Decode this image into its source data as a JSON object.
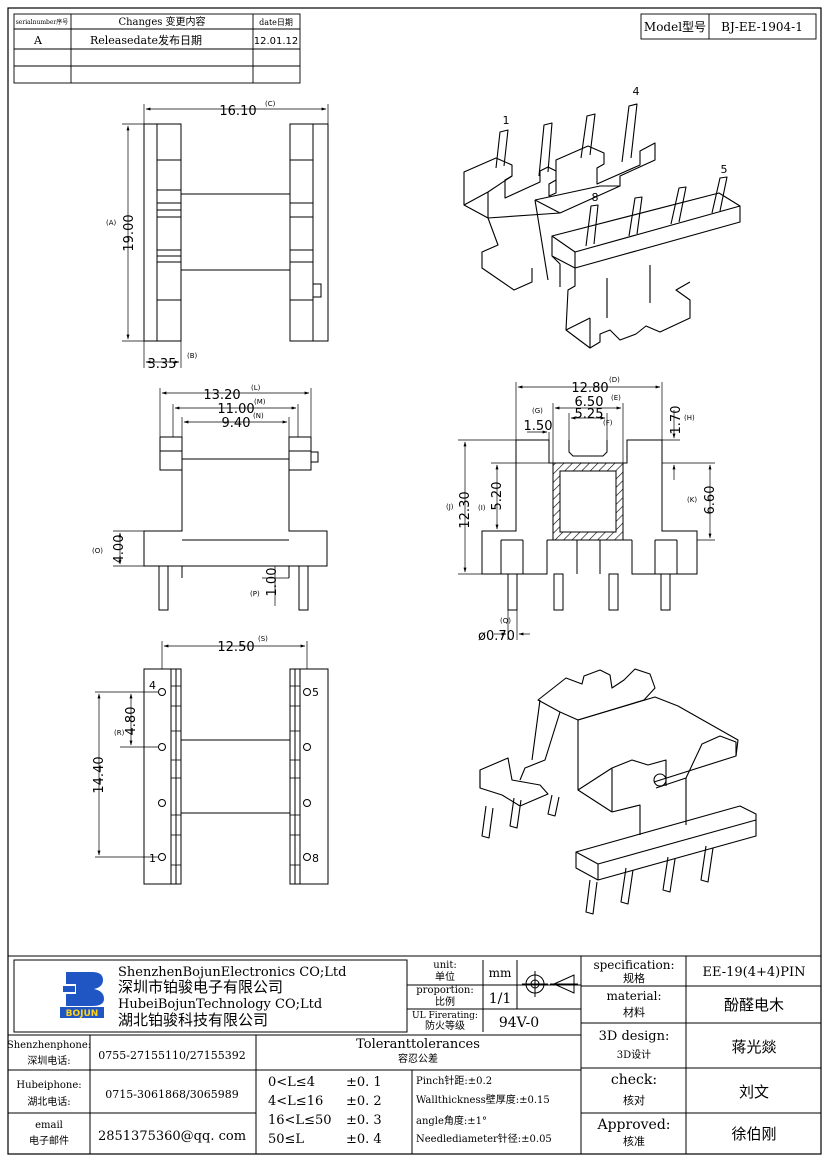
{
  "revision_table": {
    "headers": [
      "serialnumber序号",
      "Changes 变更内容",
      "date日期"
    ],
    "rows": [
      [
        "A",
        "Releasedate发布日期",
        "12.01.12"
      ],
      [
        "",
        "",
        ""
      ],
      [
        "",
        "",
        ""
      ]
    ]
  },
  "model": {
    "label": "Model型号",
    "value": "BJ-EE-1904-1"
  },
  "dims": {
    "top_width": "16.10",
    "top_width_tag": "(C)",
    "top_height": "19.00",
    "top_height_tag": "(A)",
    "flange": "3.35",
    "flange_tag": "(B)",
    "front_l": "13.20",
    "front_l_tag": "(L)",
    "front_m": "11.00",
    "front_m_tag": "(M)",
    "front_n": "9.40",
    "front_n_tag": "(N)",
    "front_o": "4.00",
    "front_o_tag": "(O)",
    "front_p": "1.00",
    "front_p_tag": "(P)",
    "side_d": "12.80",
    "side_d_tag": "(D)",
    "side_e": "6.50",
    "side_e_tag": "(E)",
    "side_f": "5.25",
    "side_f_tag": "(F)",
    "side_g": "1.50",
    "side_g_tag": "(G)",
    "side_h": "1.70",
    "side_h_tag": "(H)",
    "side_j": "12.30",
    "side_j_tag": "(J)",
    "side_i": "5.20",
    "side_i_tag": "(I)",
    "side_k": "6.60",
    "side_k_tag": "(K)",
    "side_q": "ø0.70",
    "side_q_tag": "(Q)",
    "bottom_s": "12.50",
    "bottom_s_tag": "(S)",
    "bottom_r": "4.80",
    "bottom_r_tag": "(R)",
    "bottom_len": "14.40"
  },
  "pin_labels": {
    "iso1": "1",
    "iso4": "4",
    "iso5": "5",
    "iso8": "8",
    "b4": "4",
    "b5": "5",
    "b1": "1",
    "b8": "8"
  },
  "company": {
    "logo_text": "BOJUN",
    "line1": "ShenzhenBojunElectronics CO;Ltd",
    "line2": "深圳市铂骏电子有限公司",
    "line3": "HubeiBojunTechnology CO;Ltd",
    "line4": "湖北铂骏科技有限公司"
  },
  "units": {
    "unit_label": "unit:",
    "unit_cn": "单位",
    "unit_value": "mm",
    "proportion_label": "proportion:",
    "proportion_cn": "比例",
    "proportion_value": "1/1",
    "ul_label": "UL Firerating:",
    "ul_cn": "防火等级",
    "ul_value": "94V-0"
  },
  "contacts": [
    {
      "label": "Shenzhenphone:",
      "label_cn": "深圳电话:",
      "value": "0755-27155110/27155392"
    },
    {
      "label": "Hubeiphone:",
      "label_cn": "湖北电话:",
      "value": "0715-3061868/3065989"
    },
    {
      "label": "email",
      "label_cn": "电子邮件",
      "value": "2851375360@qq. com"
    }
  ],
  "tolerances": {
    "title": "Toleranttolerances",
    "title_cn": "容忍公差",
    "ranges": [
      [
        "0<L≤4",
        "±0. 1"
      ],
      [
        "4<L≤16",
        "±0. 2"
      ],
      [
        "16<L≤50",
        "±0. 3"
      ],
      [
        "50≤L",
        "±0. 4"
      ]
    ],
    "notes": [
      "Pinch针距:±0.2",
      "Wallthickness壁厚度:±0.15",
      "angle角度:±1°",
      "Needlediameter针径:±0.05"
    ]
  },
  "spec": [
    {
      "label": "specification:",
      "label_cn": "规格",
      "value": "EE-19(4+4)PIN"
    },
    {
      "label": "material:",
      "label_cn": "材料",
      "value": "酚醛电木"
    },
    {
      "label": "3D design:",
      "label_cn": "3D设计",
      "value": "蒋光燚"
    },
    {
      "label": "check:",
      "label_cn": "核对",
      "value": "刘文"
    },
    {
      "label": "Approved:",
      "label_cn": "核准",
      "value": "徐伯刚"
    }
  ],
  "colors": {
    "line": "#000000",
    "logo_blue": "#1f56c4"
  }
}
